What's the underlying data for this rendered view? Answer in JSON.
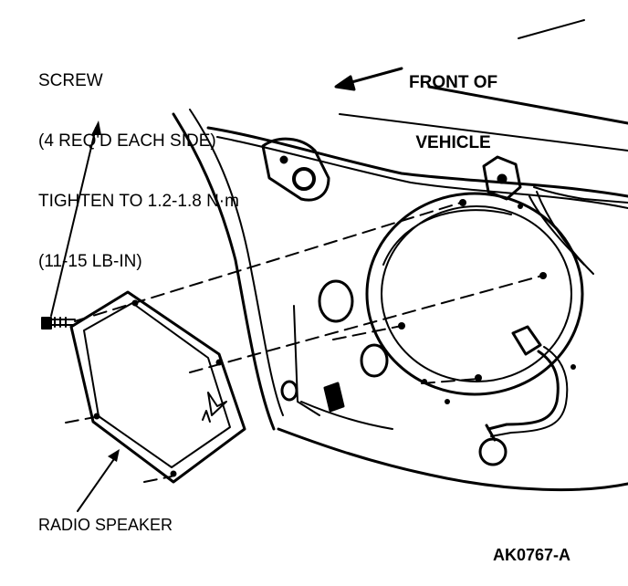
{
  "diagram": {
    "screw_callout": {
      "lines": [
        "SCREW",
        "(4 REQ'D EACH SIDE)",
        "TIGHTEN TO 1.2-1.8 N·m",
        "(11-15 LB-IN)"
      ]
    },
    "direction_callout": {
      "lines": [
        "FRONT OF",
        "VEHICLE"
      ]
    },
    "part_callout": "RADIO SPEAKER",
    "figure_id": "AK0767-A"
  }
}
